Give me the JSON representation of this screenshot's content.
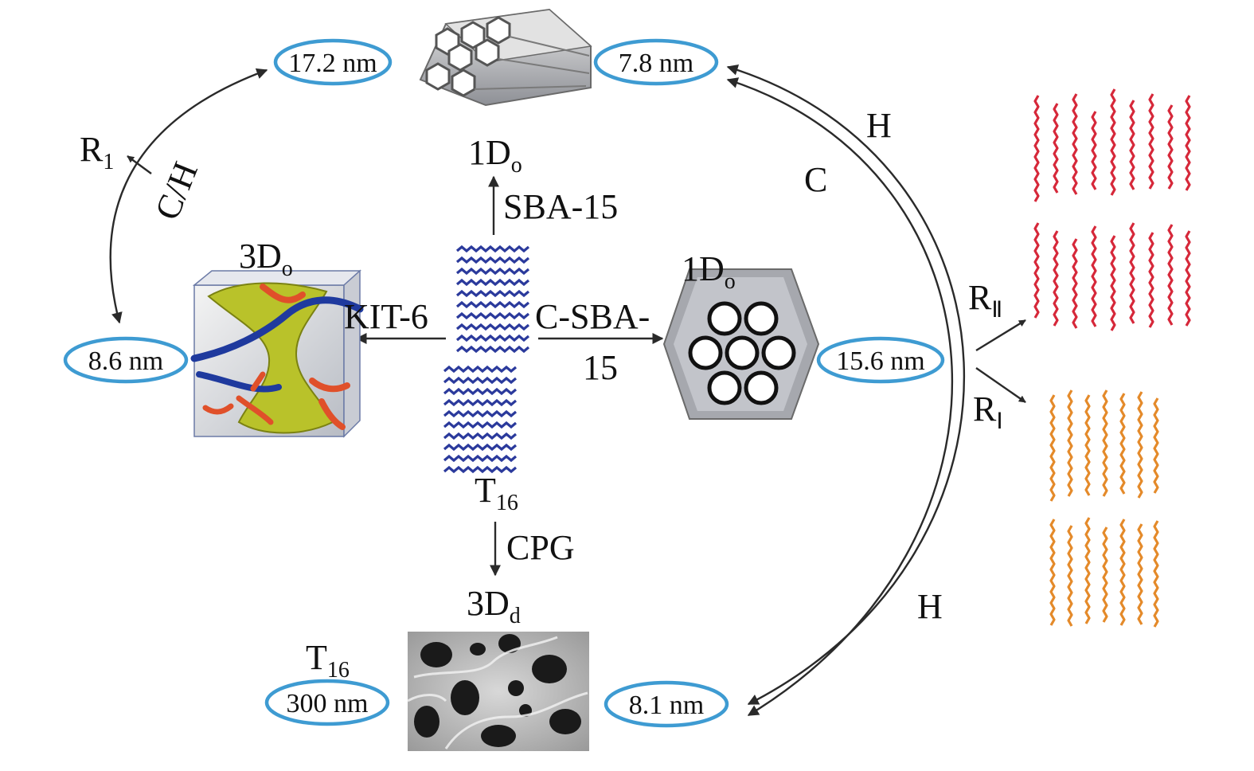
{
  "pills": {
    "p172": "17.2 nm",
    "p78": "7.8 nm",
    "p86": "8.6 nm",
    "p156": "15.6 nm",
    "p300": "300 nm",
    "p81": "8.1 nm"
  },
  "labels": {
    "r1_main": "R",
    "r1_sub": "1",
    "ch": "C/H",
    "h_top": "H",
    "c_top": "C",
    "h_bottom": "H",
    "rII_main": "R",
    "rII_sub": "Ⅱ",
    "rI_main": "R",
    "rI_sub": "Ⅰ",
    "oned_top_main": "1D",
    "oned_top_sub": "o",
    "sba15": "SBA-15",
    "threed_o_main": "3D",
    "threed_o_sub": "o",
    "kit6": "KIT-6",
    "csba_line1": "C-SBA-",
    "csba_line2": "15",
    "oned_right_main": "1D",
    "oned_right_sub": "o",
    "t16_center_main": "T",
    "t16_center_sub": "16",
    "cpg": "CPG",
    "threed_d_main": "3D",
    "threed_d_sub": "d",
    "t16_bottom_main": "T",
    "t16_bottom_sub": "16"
  },
  "colors": {
    "pill_stroke": "#3e9bd2",
    "molecule_blue": "#2b3a9c",
    "chain_red": "#d6283a",
    "chain_orange": "#e48a2a",
    "gyroid_yellow": "#b9c22a",
    "gyroid_blue": "#1f3a9e",
    "gyroid_red": "#e0502a"
  }
}
